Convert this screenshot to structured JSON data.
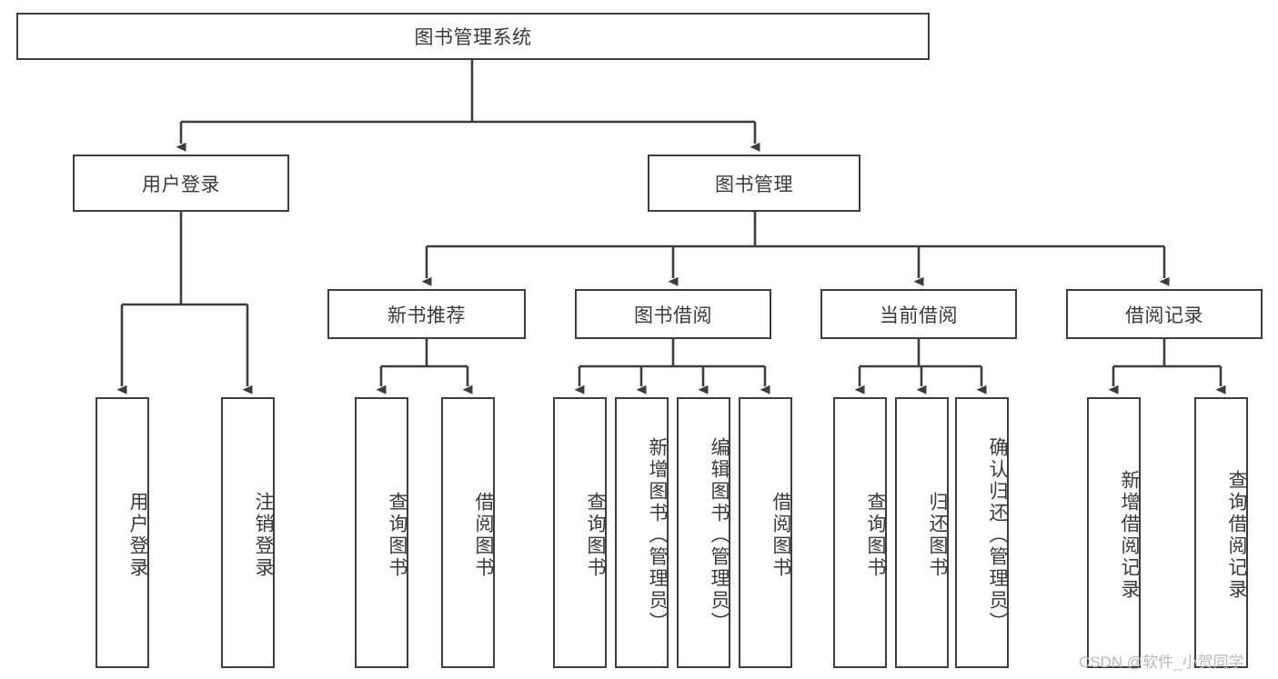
{
  "diagram": {
    "title": "图书管理系统",
    "type": "tree-hierarchy-diagram",
    "colors": {
      "box_border": "#3d3d3d",
      "box_fill": "#ffffff",
      "text": "#3a3a3a",
      "edge": "#3d3d3d",
      "watermark": "#b9b9b9",
      "background": "#ffffff"
    },
    "root": {
      "label": "图书管理系统"
    },
    "level1": [
      {
        "label": "用户登录"
      },
      {
        "label": "图书管理"
      }
    ],
    "level2": [
      {
        "label": "新书推荐"
      },
      {
        "label": "图书借阅"
      },
      {
        "label": "当前借阅"
      },
      {
        "label": "借阅记录"
      }
    ],
    "leaves": {
      "user_login": [
        {
          "label": "用户登录"
        },
        {
          "label": "注销登录"
        }
      ],
      "new_book_recommend": [
        {
          "label": "查询图书"
        },
        {
          "label": "借阅图书"
        }
      ],
      "book_borrow": [
        {
          "label": "查询图书"
        },
        {
          "label": "新增图书（管理员）"
        },
        {
          "label": "编辑图书（管理员）"
        },
        {
          "label": "借阅图书"
        }
      ],
      "current_borrow": [
        {
          "label": "查询图书"
        },
        {
          "label": "归还图书"
        },
        {
          "label": "确认归还（管理员）"
        }
      ],
      "borrow_record": [
        {
          "label": "新增借阅记录"
        },
        {
          "label": "查询借阅记录"
        }
      ]
    },
    "watermark": "CSDN @软件_小贺同学"
  }
}
